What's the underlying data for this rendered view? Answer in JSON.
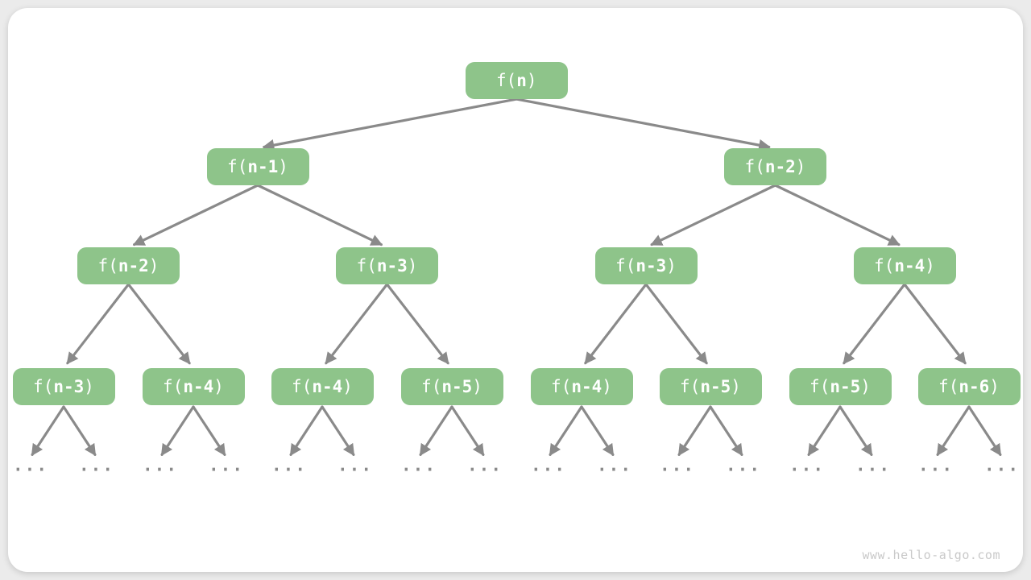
{
  "watermark": "www.hello-algo.com",
  "ellipsis_label": "...",
  "colors": {
    "page_bg": "#EBEBEB",
    "card_bg": "#FFFFFF",
    "node_fill": "#8EC48A",
    "node_text": "#FFFFFF",
    "edge": "#8A8A8A",
    "ellipsis": "#8A8A8A",
    "watermark": "#C9C9C9"
  },
  "tree": {
    "description": "Recursion tree of f(n) where each call branches into two subcalls",
    "levels": [
      {
        "nodes": [
          {
            "pre": "f(",
            "arg": "n",
            "post": ")"
          }
        ]
      },
      {
        "nodes": [
          {
            "pre": "f(",
            "arg": "n-1",
            "post": ")"
          },
          {
            "pre": "f(",
            "arg": "n-2",
            "post": ")"
          }
        ]
      },
      {
        "nodes": [
          {
            "pre": "f(",
            "arg": "n-2",
            "post": ")"
          },
          {
            "pre": "f(",
            "arg": "n-3",
            "post": ")"
          },
          {
            "pre": "f(",
            "arg": "n-3",
            "post": ")"
          },
          {
            "pre": "f(",
            "arg": "n-4",
            "post": ")"
          }
        ]
      },
      {
        "nodes": [
          {
            "pre": "f(",
            "arg": "n-3",
            "post": ")"
          },
          {
            "pre": "f(",
            "arg": "n-4",
            "post": ")"
          },
          {
            "pre": "f(",
            "arg": "n-4",
            "post": ")"
          },
          {
            "pre": "f(",
            "arg": "n-5",
            "post": ")"
          },
          {
            "pre": "f(",
            "arg": "n-4",
            "post": ")"
          },
          {
            "pre": "f(",
            "arg": "n-5",
            "post": ")"
          },
          {
            "pre": "f(",
            "arg": "n-5",
            "post": ")"
          },
          {
            "pre": "f(",
            "arg": "n-6",
            "post": ")"
          }
        ]
      }
    ]
  }
}
